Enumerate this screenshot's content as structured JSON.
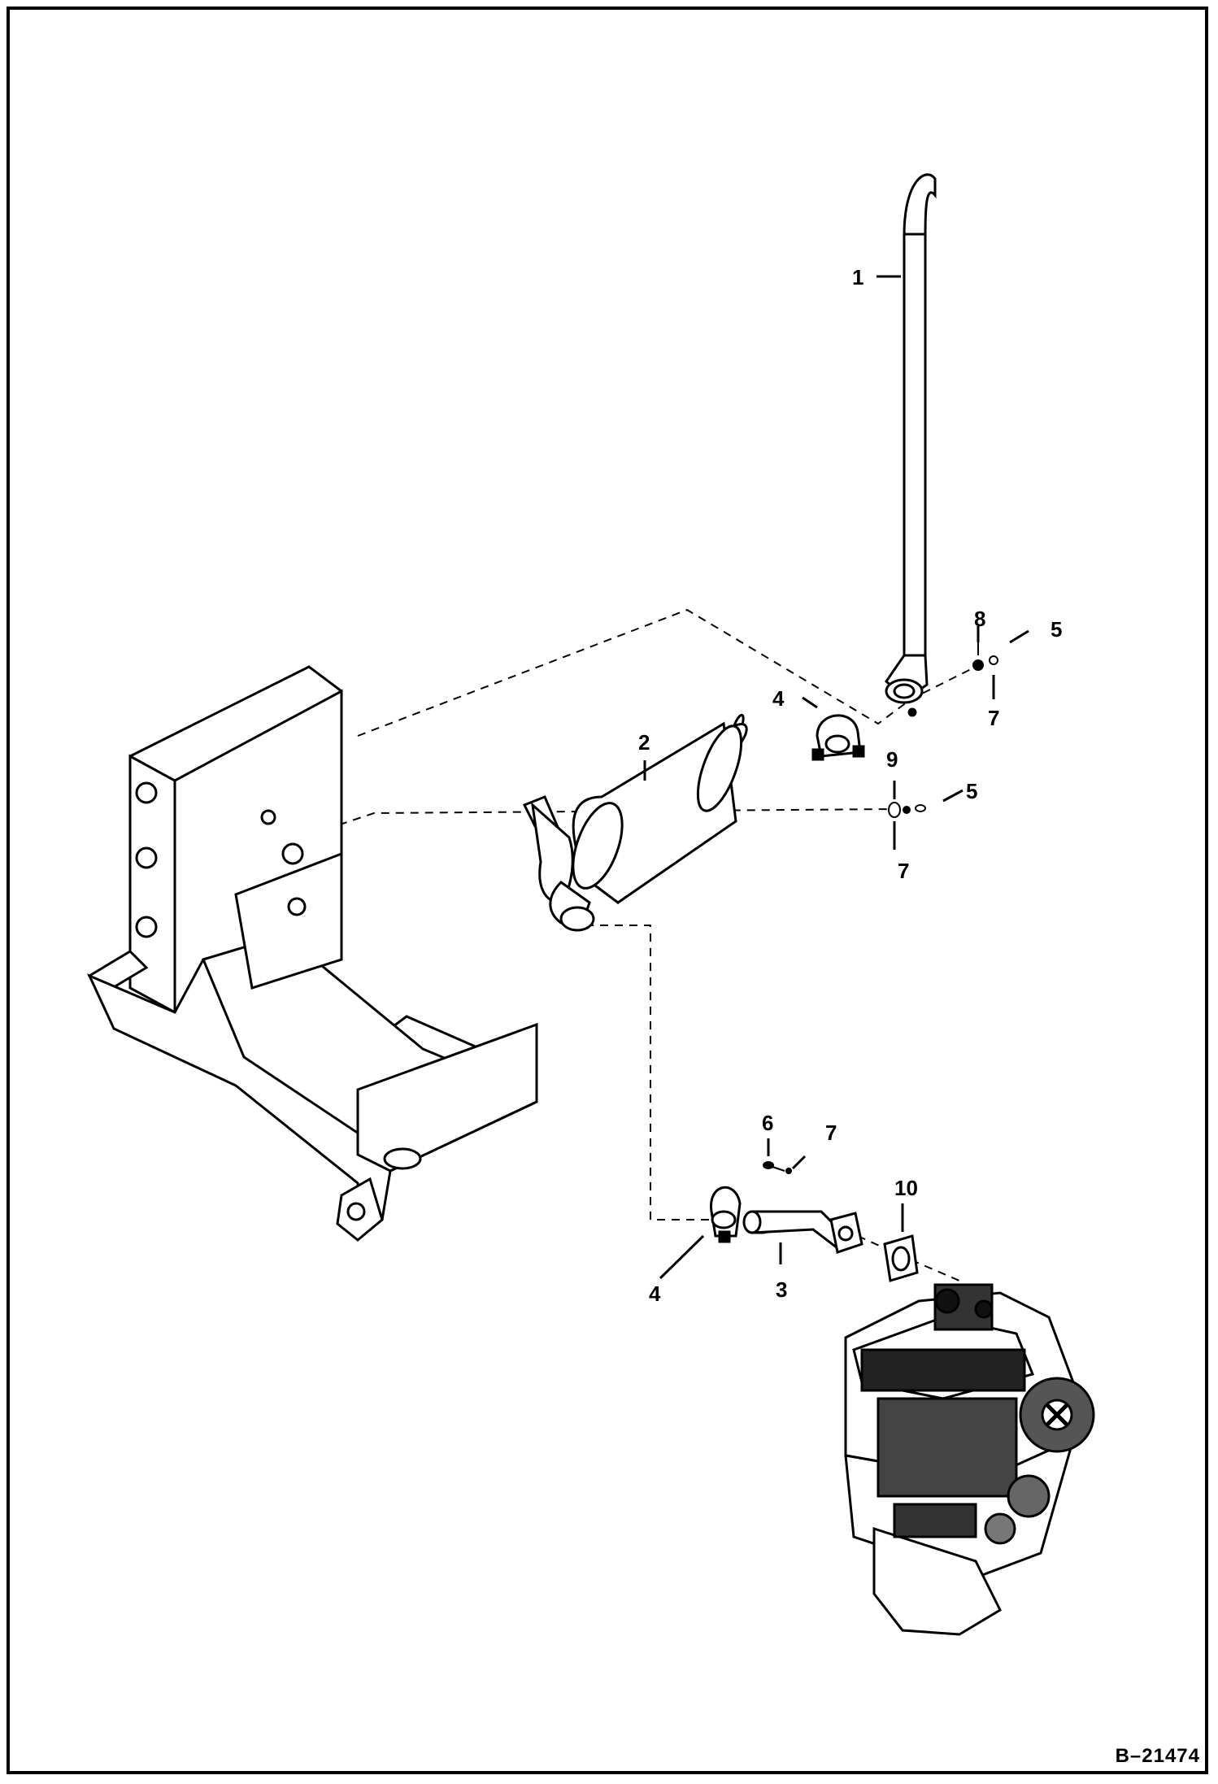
{
  "callouts": {
    "c1": "1",
    "c2": "2",
    "c3": "3",
    "c4a": "4",
    "c4b": "4",
    "c5a": "5",
    "c5b": "5",
    "c6": "6",
    "c7a": "7",
    "c7b": "7",
    "c7c": "7",
    "c8": "8",
    "c9": "9",
    "c10": "10"
  },
  "drawing_number": "B–21474"
}
